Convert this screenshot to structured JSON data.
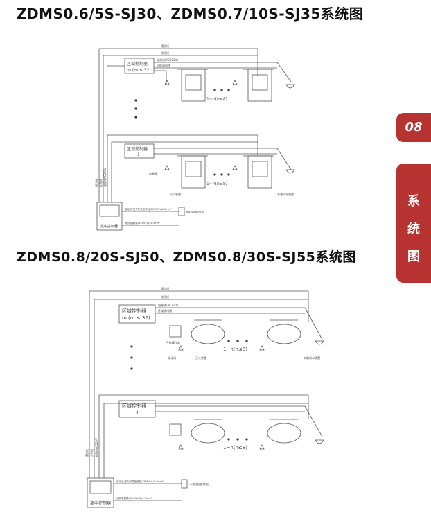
{
  "titles": {
    "top": "ZDMS0.6/5S-SJ30、ZDMS0.7/10S-SJ35系统图",
    "bottom": "ZDMS0.8/20S-SJ50、ZDMS0.8/30S-SJ55系统图"
  },
  "side_tab": {
    "page_number": "08",
    "section_chars": [
      "系",
      "统",
      "图"
    ]
  },
  "diagram1": {
    "zone_controller_m": "区域控制器",
    "zone_controller_m_sub": "m (m ≤ 32)",
    "zone_controller_1": "区域控制器",
    "zone_controller_1_sub": "1",
    "central_controller": "集中控制器",
    "count_label": "1~n(n≤8)",
    "line_labels": [
      "通信线",
      "信号线",
      "电源线(AC220V)",
      "区域通讯线"
    ],
    "bottom_labels": [
      "启动卡/压力开关信号线(ZR-RVVs)1.5mm²",
      "水泵控制箱(预留)",
      "消防电源线(ZR-RVV)2x1.5mm²"
    ],
    "device_labels": [
      "灭火装置",
      "末端试水装置",
      "电磁阀"
    ],
    "vertical_labels": [
      "通信线",
      "信号线",
      "电源线AC220V"
    ]
  },
  "diagram2": {
    "zone_controller_m": "区域控制器",
    "zone_controller_m_sub": "m (m ≤ 32)",
    "zone_controller_1": "区域控制器",
    "zone_controller_1_sub": "1",
    "central_controller": "集中控制器",
    "count_label": "1~n(n≤8)",
    "line_labels": [
      "通信线",
      "信号线",
      "电源线(AC220V)",
      "区域通讯线"
    ],
    "bottom_labels": [
      "启动卡/压力开关信号线(ZR-RVVs)1.5mm²",
      "水泵控制箱(预留)",
      "消防电源线(ZR-RVV)2x1.5mm²"
    ],
    "device_labels": [
      "手动操作盒",
      "电动阀",
      "灭火装置",
      "末端试水装置"
    ],
    "vertical_labels": [
      "通信线",
      "信号线",
      "电源线AC220V"
    ]
  },
  "colors": {
    "accent": "#b63332",
    "line": "#555555"
  }
}
